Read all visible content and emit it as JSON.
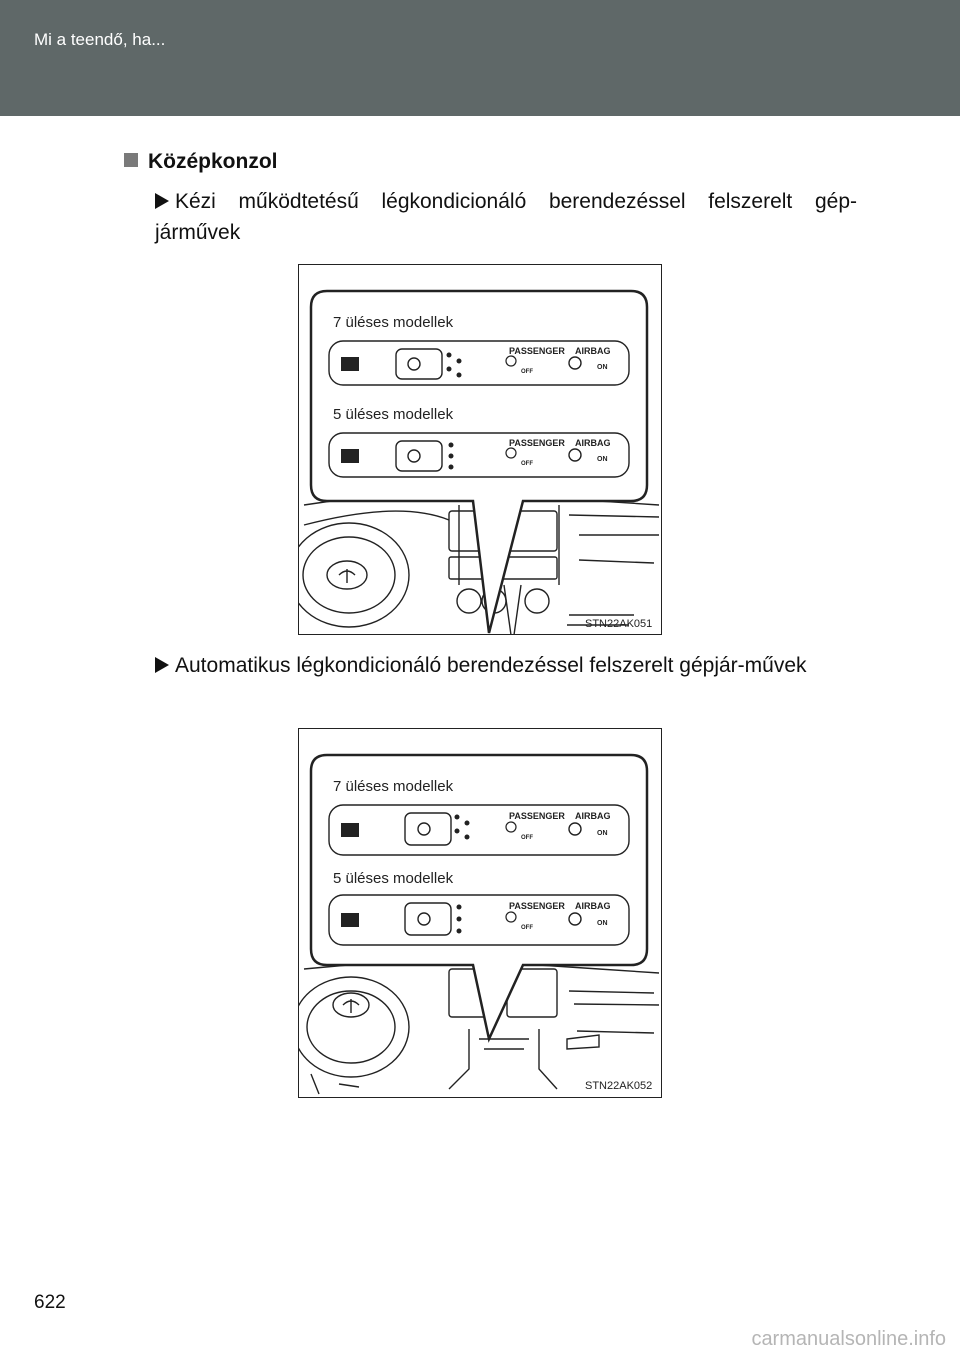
{
  "header": {
    "title": "Mi a teendő, ha..."
  },
  "section": {
    "title": "Középkonzol"
  },
  "items": [
    {
      "text": "Kézi működtetésű légkondicionáló berendezéssel felszerelt gép-járművek"
    },
    {
      "text": "Automatikus légkondicionáló berendezéssel felszerelt gépjár-művek"
    }
  ],
  "figures": [
    {
      "label_7": "7 üléses modellek",
      "label_5": "5 üléses modellek",
      "passenger_label": "PASSENGER",
      "airbag_label": "AIRBAG",
      "off_label": "OFF",
      "on_label": "ON",
      "code": "STN22AK051"
    },
    {
      "label_7": "7 üléses modellek",
      "label_5": "5 üléses modellek",
      "passenger_label": "PASSENGER",
      "airbag_label": "AIRBAG",
      "off_label": "OFF",
      "on_label": "ON",
      "code": "STN22AK052"
    }
  ],
  "page_number": "622",
  "watermark": "carmanualsonline.info",
  "colors": {
    "header_bg": "#5f6868",
    "bullet_square": "#7a7a7a"
  }
}
